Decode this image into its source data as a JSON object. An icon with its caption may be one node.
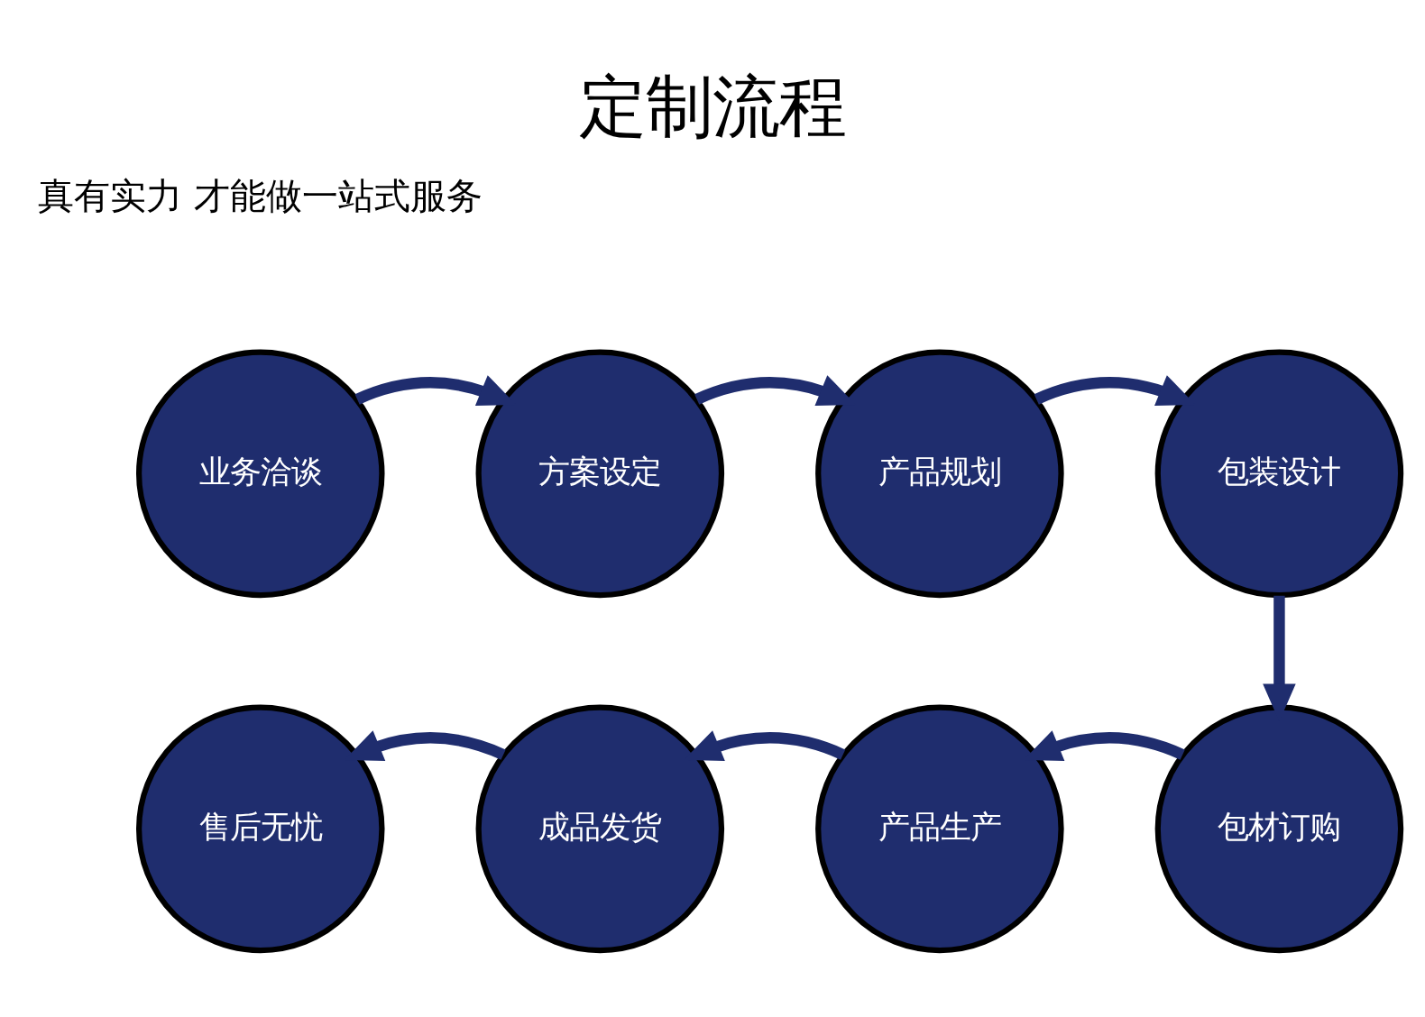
{
  "diagram": {
    "title": "定制流程",
    "nodes": [
      {
        "text": [
          "业务洽谈"
        ]
      },
      {
        "text": [
          "方案设定"
        ]
      },
      {
        "text": [
          "产品规划"
        ]
      },
      {
        "text": [
          "包装设计"
        ]
      },
      {
        "text": [
          "包材订购"
        ]
      },
      {
        "text": [
          "产品生产"
        ]
      },
      {
        "text": [
          "成品发货"
        ]
      },
      {
        "text": [
          "售后无忧"
        ]
      }
    ],
    "edges": [
      {
        "from": 0,
        "to": 1,
        "arrow": "to"
      },
      {
        "from": 1,
        "to": 2,
        "arrow": "to"
      },
      {
        "from": 2,
        "to": 3,
        "arrow": "to"
      },
      {
        "from": 3,
        "to": 4,
        "arrow": "to"
      },
      {
        "from": 4,
        "to": 5,
        "arrow": "to"
      },
      {
        "from": 5,
        "to": 6,
        "arrow": "to"
      },
      {
        "from": 6,
        "to": 7,
        "arrow": "to"
      }
    ],
    "labels": [
      "真有实力 才能做一站式服务"
    ]
  }
}
